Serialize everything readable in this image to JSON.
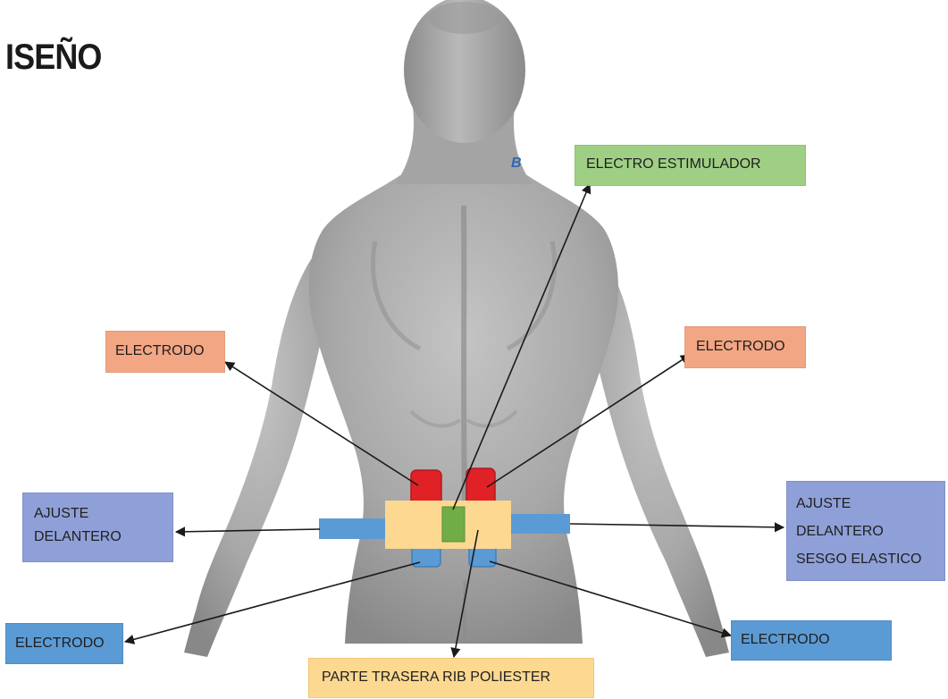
{
  "title": "ISEÑO",
  "view_marker": "B",
  "labels": {
    "electro_estimulador": "ELECTRO ESTIMULADOR",
    "electrodo_upper_left": "ELECTRODO",
    "electrodo_upper_right": "ELECTRODO",
    "ajuste_left": [
      "AJUSTE",
      "DELANTERO"
    ],
    "ajuste_right": [
      "AJUSTE",
      "DELANTERO",
      "SESGO ELASTICO"
    ],
    "electrodo_lower_left": "ELECTRODO",
    "electrodo_lower_right": "ELECTRODO",
    "parte_trasera": "PARTE TRASERA RIB POLIESTER"
  },
  "colors": {
    "skin": "#a9a9a9",
    "electrode_top": "#e02126",
    "electrode_bottom": "#5b9bd5",
    "belt_panel": "#fcd890",
    "stimulator": "#70ad47",
    "strap": "#5b9bd5",
    "arrow": "#1a1a1a"
  }
}
